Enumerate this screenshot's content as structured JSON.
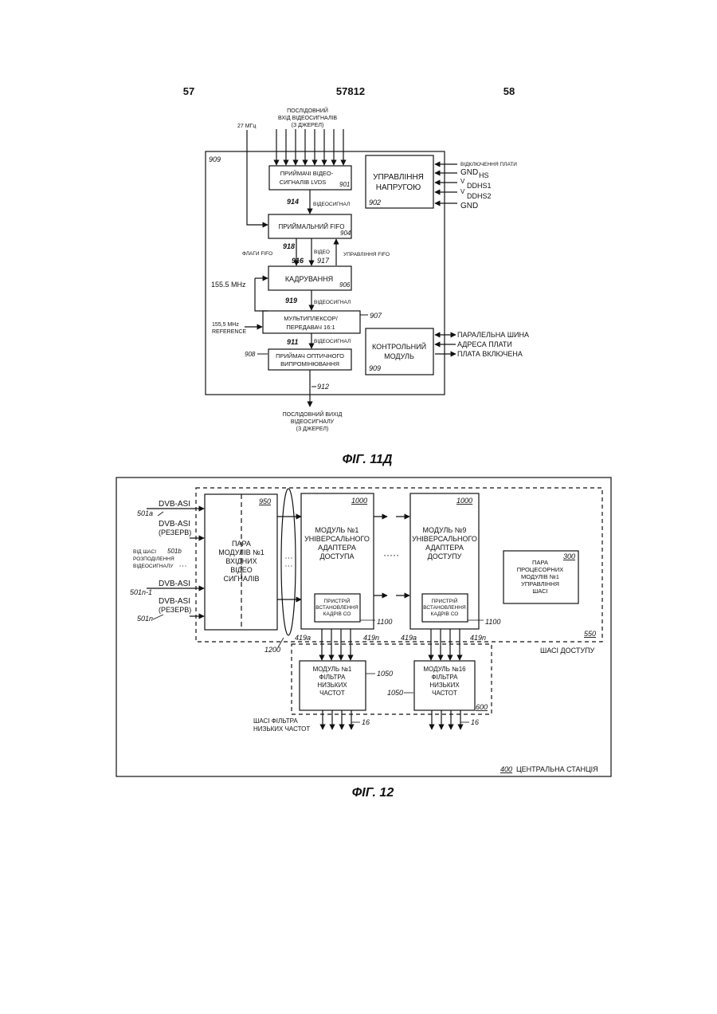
{
  "page": {
    "number_left": "57",
    "patent_number": "57812",
    "number_right": "58"
  },
  "fig11": {
    "caption": "ФІГ. 11Д",
    "input_top": [
      "ПОСЛІДОВНИЙ",
      "ВХІД ВІДЕОСИГНАЛІВ",
      "(З ДЖЕРЕЛ)"
    ],
    "clock_27": "27 МГц",
    "board_ref": "909",
    "lvds_receiver": {
      "lines": [
        "ПРИЙМАЧІ ВІДЕО-",
        "СИГНАЛІВ LVDS"
      ],
      "ref": "901"
    },
    "power_control": {
      "lines": [
        "УПРАВЛІННЯ",
        "НАПРУГОЮ"
      ],
      "ref": "902"
    },
    "power_signals": [
      "ВІДКЛЮЧЕННЯ ПЛАТИ",
      "GND",
      "HS",
      "V",
      "DDHS1",
      "V",
      "DDHS2",
      "GND"
    ],
    "fifo": {
      "label": "ПРИЙМАЛЬНИЙ FIFO",
      "ref": "904"
    },
    "framing": {
      "label": "КАДРУВАННЯ",
      "ref": "906"
    },
    "mux": {
      "lines": [
        "МУЛЬТИПЛЕКСОР/",
        "ПЕРЕДАВАЧ 16:1"
      ],
      "ref": "907"
    },
    "optical": {
      "lines": [
        "ПРИЙМАЧ ОПТИЧНОГО",
        "ВИПРОМІНЮВАННЯ"
      ],
      "ref": "908"
    },
    "control_module": {
      "lines": [
        "КОНТРОЛЬНИЙ",
        "МОДУЛЬ"
      ],
      "ref": "909"
    },
    "control_signals": [
      "ПАРАЛЕЛЬНА ШИНА",
      "АДРЕСА ПЛАТИ",
      "ПЛАТА ВКЛЮЧЕНА"
    ],
    "sig_914": "914",
    "sig_914_label": "ВІДЕОСИГНАЛ",
    "sig_918": "918",
    "flags_fifo": "ФЛАГИ FIFO",
    "sig_916": "916",
    "video": "ВІДЕО",
    "sig_917": "917",
    "fifo_control": "УПРАВЛІННЯ FIFO",
    "clock_155": "155.5 MHz",
    "sig_919": "919",
    "sig_919_label": "ВІДЕОСИГНАЛ",
    "ref_155": "155,5 MHz",
    "reference": "REFERENCE",
    "sig_911": "911",
    "sig_911_label": "ВІДЕОСИГНАЛ",
    "sig_912": "912",
    "output_bottom": [
      "ПОСЛІДОВНИЙ ВИХІД",
      "ВІДЕОСИГНАЛУ",
      "(З ДЖЕРЕЛ)"
    ]
  },
  "fig12": {
    "caption": "ФІГ. 12",
    "inputs": [
      {
        "label": "DVB-ASI",
        "ref": "501a"
      },
      {
        "label": "DVB-ASI",
        "sub": "(РЕЗЕРВ)"
      },
      {
        "label": "DVB-ASI",
        "ref": "501n-1"
      },
      {
        "label": "DVB-ASI",
        "sub": "(РЕЗЕРВ)",
        "ref": "501n"
      }
    ],
    "distribution": {
      "lines": [
        "ВІД ШАСІ",
        "РОЗПОДІЛЕННЯ",
        "ВІДЕОСИГНАЛУ"
      ],
      "ref": "501b"
    },
    "input_pair": {
      "lines": [
        "ПАРА",
        "МОДУЛІВ №1",
        "ВХІДНИХ",
        "ВІДЕО",
        "СИГНАЛІВ"
      ],
      "ref": "950"
    },
    "uaa1": {
      "lines": [
        "МОДУЛЬ №1",
        "УНІВЕРСАЛЬНОГО",
        "АДАПТЕРА",
        "ДОСТУПА"
      ],
      "ref": "1000"
    },
    "uaa9": {
      "lines": [
        "МОДУЛЬ №9",
        "УНІВЕРСАЛЬНОГО",
        "АДАПТЕРА",
        "ДОСТУПУ"
      ],
      "ref": "1000"
    },
    "framer1": {
      "lines": [
        "ПРИСТРІЙ",
        "ВСТАНОВЛЕННЯ",
        "КАДРІВ СО"
      ],
      "ref": "1100"
    },
    "framer9": {
      "lines": [
        "ПРИСТРІЙ",
        "ВСТАНОВЛЕННЯ",
        "КАДРІВ СО"
      ],
      "ref": "1100"
    },
    "processor": {
      "lines": [
        "ПАРА",
        "ПРОЦЕСОРНИХ",
        "МОДУЛІВ №1",
        "УПРАВЛІННЯ",
        "ШАСІ"
      ],
      "ref": "300"
    },
    "access_chassis": {
      "label": "ШАСІ ДОСТУПУ",
      "ref": "550"
    },
    "bus_ref": "1200",
    "port_a": "419a",
    "port_n": "419n",
    "lpf1": {
      "lines": [
        "МОДУЛЬ №1",
        "ФІЛЬТРА",
        "НИЗЬКИХ",
        "ЧАСТОТ"
      ],
      "ref": "1050"
    },
    "lpf16": {
      "lines": [
        "МОДУЛЬ №16",
        "ФІЛЬТРА",
        "НИЗЬКИХ",
        "ЧАСТОТ"
      ],
      "ref": "1050"
    },
    "lpf_chassis": {
      "lines": [
        "ШАСІ ФІЛЬТРА",
        "НИЗЬКИХ ЧАСТОТ"
      ],
      "ref": "600"
    },
    "out_16": "16",
    "central": {
      "ref": "400",
      "label": "ЦЕНТРАЛЬНА СТАНЦІЯ"
    }
  }
}
